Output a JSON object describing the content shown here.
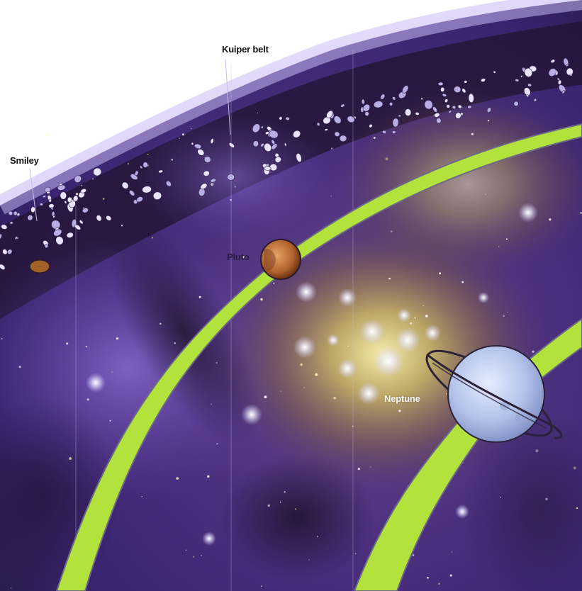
{
  "labels": {
    "kuiper_belt": "Kuiper belt",
    "smiley": "Smiley",
    "pluto": "Pluto",
    "neptune": "Neptune"
  },
  "colors": {
    "orbit_fill": "#b4e23c",
    "orbit_edge": "#6c6a86",
    "space_deep": "#1e1034",
    "space_purple": "#5a3c9e",
    "belt_haze": "#c8b8ff",
    "nebula_gold": "#e6dc6a",
    "pluto": "#c07a3a",
    "neptune": "#aab8e2"
  },
  "icons": {
    "pluto": "planet-pluto-icon",
    "neptune": "ringed-planet-neptune-icon",
    "belt_objects": "asteroid-icon"
  }
}
